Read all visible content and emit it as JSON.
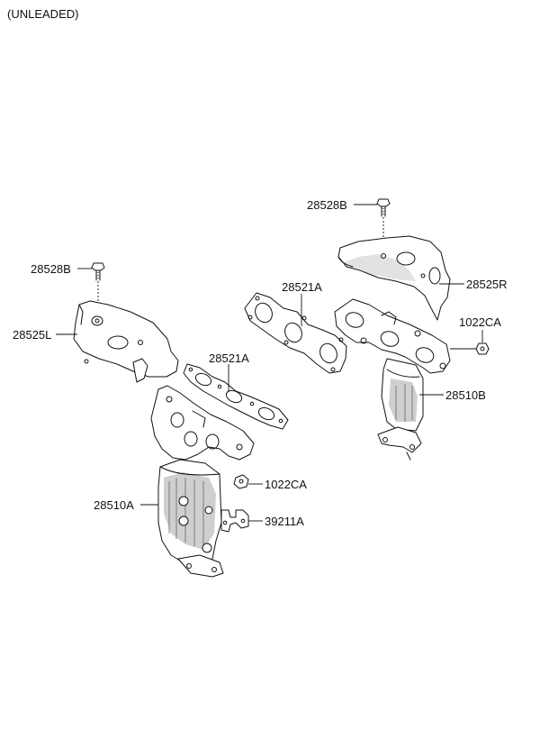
{
  "header": {
    "variant_label": "(UNLEADED)"
  },
  "callouts": {
    "bolt_left": "28528B",
    "heat_protector_left": "28525L",
    "gasket_left": "28521A",
    "manifold_left": "28510A",
    "nut_left": "1022CA",
    "bracket": "39211A",
    "bolt_right": "28528B",
    "heat_protector_right": "28525R",
    "gasket_right": "28521A",
    "nut_right": "1022CA",
    "manifold_right": "28510B"
  },
  "colors": {
    "line": "#111111",
    "shade": "#cfcfcf",
    "background": "#ffffff"
  }
}
